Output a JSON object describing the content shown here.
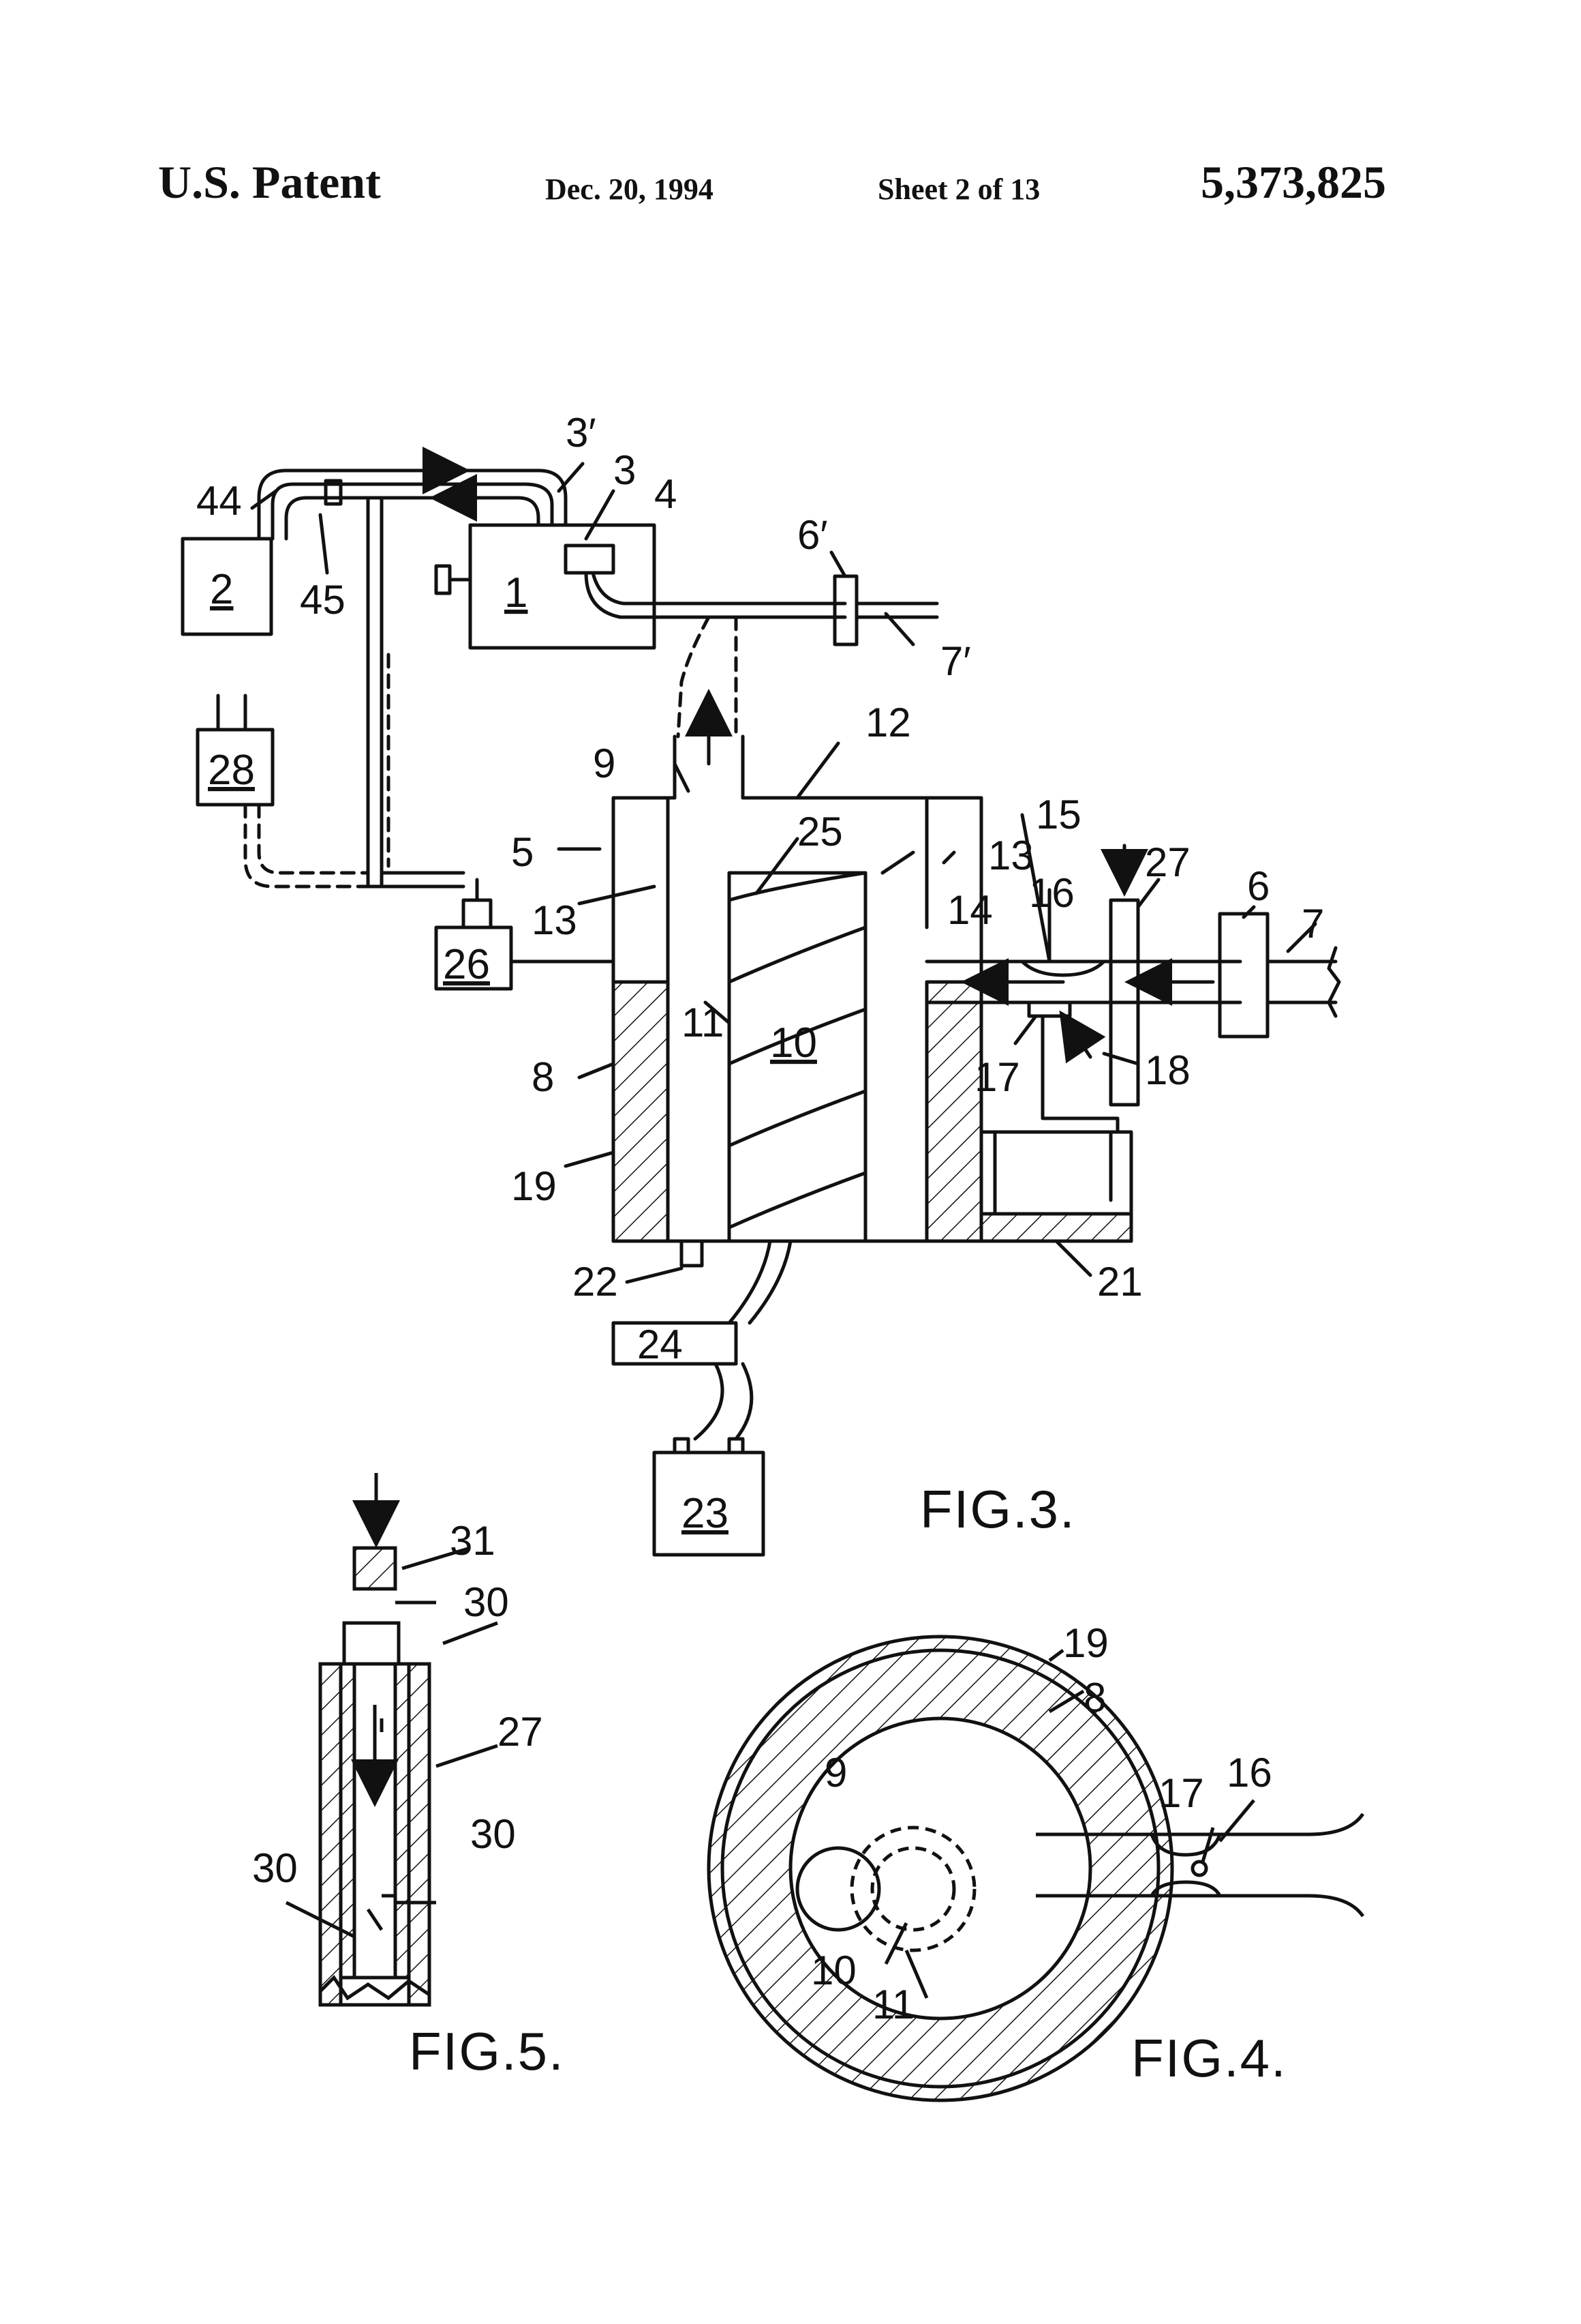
{
  "header": {
    "title": "U.S. Patent",
    "date": "Dec. 20, 1994",
    "sheet": "Sheet 2 of 13",
    "patent_number": "5,373,825"
  },
  "figures": {
    "fig3": "FIG.3.",
    "fig4": "FIG.4.",
    "fig5": "FIG.5."
  },
  "labels": {
    "l1": "1",
    "l2": "2",
    "l3": "3",
    "l3p": "3′",
    "l4": "4",
    "l5": "5",
    "l6": "6",
    "l6p": "6′",
    "l7": "7",
    "l7p": "7′",
    "l8": "8",
    "l9": "9",
    "l10": "10",
    "l11": "11",
    "l12": "12",
    "l13": "13",
    "l14": "14",
    "l15": "15",
    "l16": "16",
    "l17": "17",
    "l18": "18",
    "l19": "19",
    "l21": "21",
    "l22": "22",
    "l23": "23",
    "l24": "24",
    "l25": "25",
    "l26": "26",
    "l27": "27",
    "l28": "28",
    "l30": "30",
    "l31": "31",
    "l44": "44",
    "l45": "45"
  },
  "colors": {
    "ink": "#111111",
    "paper": "#ffffff"
  }
}
